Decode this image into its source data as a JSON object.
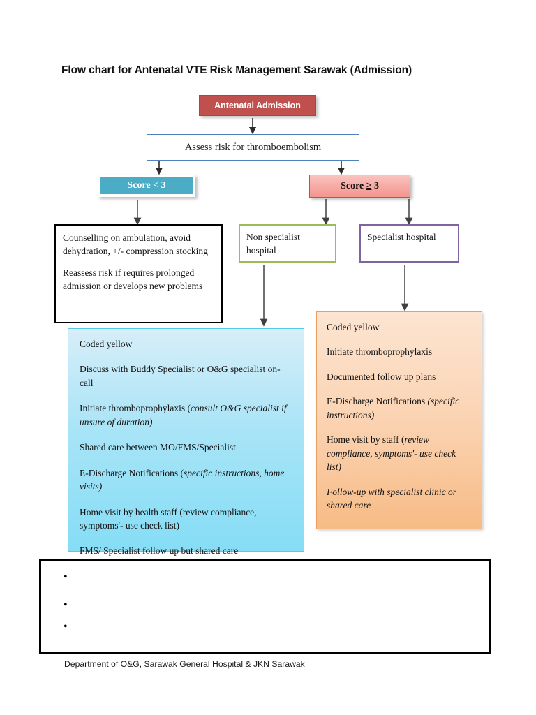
{
  "document": {
    "title": "Flow chart for Antenatal VTE Risk Management Sarawak (Admission)",
    "footer": "Department of O&G, Sarawak General Hospital & JKN Sarawak"
  },
  "colors": {
    "admission_fill": "#C0504D",
    "assess_border": "#4F81BD",
    "score_low_fill": "#4BACC6",
    "score_high_fill": "#F6A9A3",
    "score_high_border": "#C0504D",
    "non_specialist_border": "#9BBB59",
    "specialist_border": "#8064A2",
    "blue_panel_fill": "#A9E4F7",
    "orange_panel_fill": "#FBD3B2",
    "outline_black": "#000000",
    "connector": "#404040"
  },
  "nodes": {
    "admission": {
      "label": "Antenatal Admission"
    },
    "assess": {
      "label": "Assess risk for thromboembolism"
    },
    "score_low": {
      "label": "Score < 3"
    },
    "score_high": {
      "label_prefix": "Score ",
      "label_symbol": "≥",
      "label_suffix": " 3",
      "label_full": "Score ≥ 3"
    },
    "counselling": {
      "paragraphs": [
        "Counselling on ambulation, avoid dehydration, +/- compression stocking",
        "Reassess risk if requires prolonged admission or develops new problems"
      ]
    },
    "non_specialist_hospital": {
      "label": "Non specialist hospital"
    },
    "specialist_hospital": {
      "label": "Specialist hospital"
    },
    "blue_panel": {
      "items": [
        {
          "plain": "Coded yellow",
          "italic": "",
          "tail": ""
        },
        {
          "plain": "Discuss with Buddy Specialist or O&G specialist on-call",
          "italic": "",
          "tail": ""
        },
        {
          "plain": "Initiate thromboprophylaxis (",
          "italic": "consult O&G specialist if unsure of duration)",
          "tail": ""
        },
        {
          "plain": "Shared care between MO/FMS/Specialist",
          "italic": "",
          "tail": ""
        },
        {
          "plain": "E-Discharge Notifications (",
          "italic": "specific instructions, home visits)",
          "tail": ""
        },
        {
          "plain": "Home visit by health staff (review compliance, symptoms'- use check list)",
          "italic": "",
          "tail": ""
        },
        {
          "plain": "FMS/ Specialist follow up but shared care",
          "italic": "",
          "tail": ""
        }
      ]
    },
    "orange_panel": {
      "items": [
        {
          "plain": "Coded yellow",
          "italic": "",
          "tail": ""
        },
        {
          "plain": "Initiate thromboprophylaxis",
          "italic": "",
          "tail": ""
        },
        {
          "plain": "Documented follow up plans",
          "italic": "",
          "tail": ""
        },
        {
          "plain": "E-Discharge Notifications ",
          "italic": "(specific instructions)",
          "tail": ""
        },
        {
          "plain": "Home visit by staff (",
          "italic": "review compliance, symptoms'- use check list)",
          "tail": ""
        },
        {
          "plain": "",
          "italic": "Follow-up with specialist clinic or shared care",
          "tail": ""
        }
      ]
    },
    "bullet_box": {
      "bullets": [
        "",
        "",
        ""
      ]
    }
  }
}
